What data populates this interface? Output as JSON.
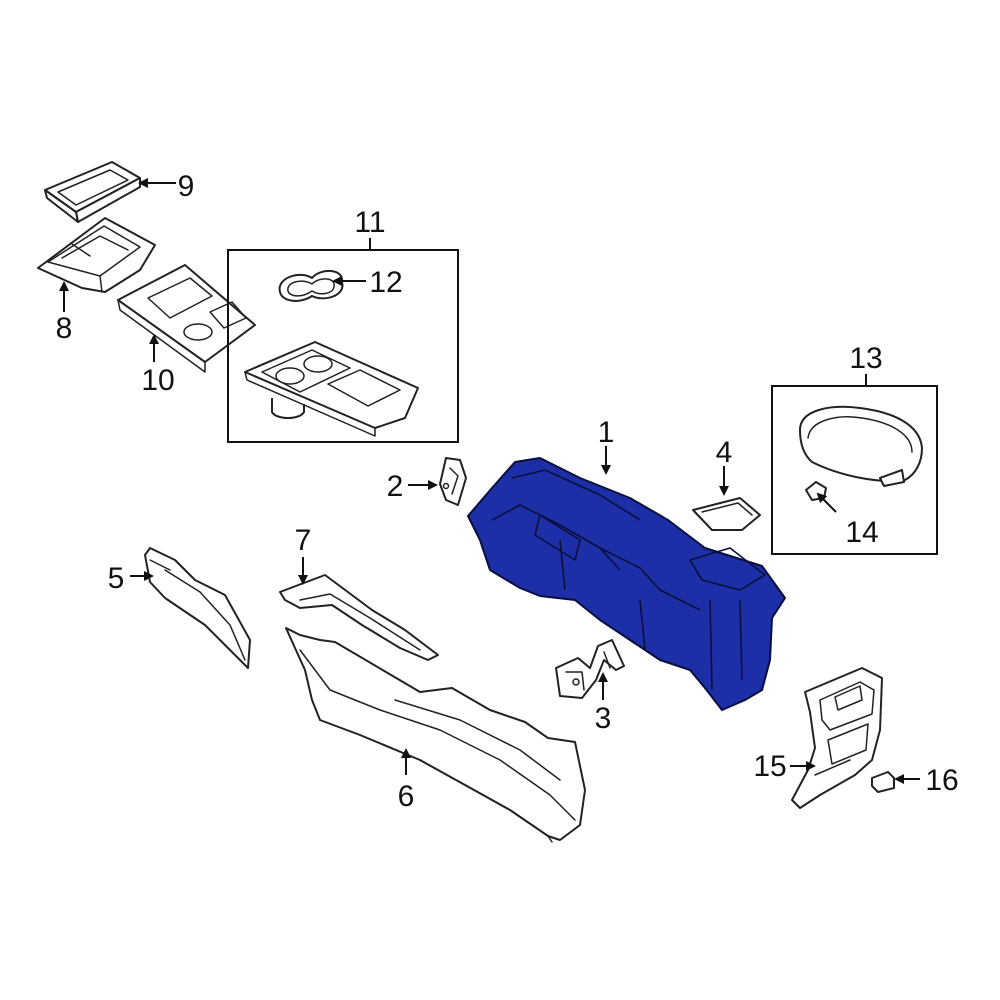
{
  "callouts": {
    "c1": "1",
    "c2": "2",
    "c3": "3",
    "c4": "4",
    "c5": "5",
    "c6": "6",
    "c7": "7",
    "c8": "8",
    "c9": "9",
    "c10": "10",
    "c11": "11",
    "c12": "12",
    "c13": "13",
    "c14": "14",
    "c15": "15",
    "c16": "16"
  },
  "colors": {
    "highlight": "#1c2fa6",
    "outline": "#222222",
    "background": "#ffffff"
  }
}
